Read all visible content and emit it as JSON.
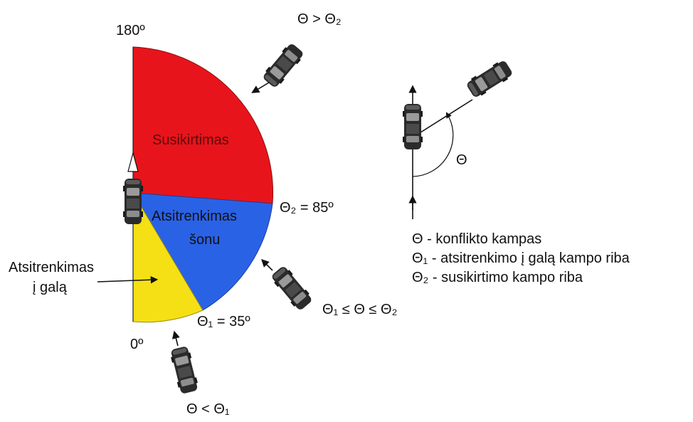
{
  "diagram": {
    "angle_labels": {
      "top": "180º",
      "bottom": "0º",
      "theta2": "Θ₂ = 85º",
      "theta1": "Θ₁ = 35º"
    },
    "zones": {
      "crossing": "Susikirtimas",
      "side_line1": "Atsitrenkimas",
      "side_line2": "šonu",
      "rear_line1": "Atsitrenkimas",
      "rear_line2": "į galą"
    },
    "conditions": {
      "gt_theta2": "Θ > Θ₂",
      "between": "Θ₁ ≤ Θ ≤ Θ₂",
      "lt_theta1": "Θ < Θ₁"
    },
    "example_angle_label": "Θ",
    "legend": [
      "Θ - konflikto kampas",
      "Θ₁ - atsitrenkimo į galą kampo riba",
      "Θ₂ - susikirtimo kampo riba"
    ],
    "colors": {
      "crossing": "#e8141b",
      "side": "#2a62e6",
      "rear": "#f5e016",
      "car_body": "#2b2b2b",
      "line": "#111111"
    }
  }
}
